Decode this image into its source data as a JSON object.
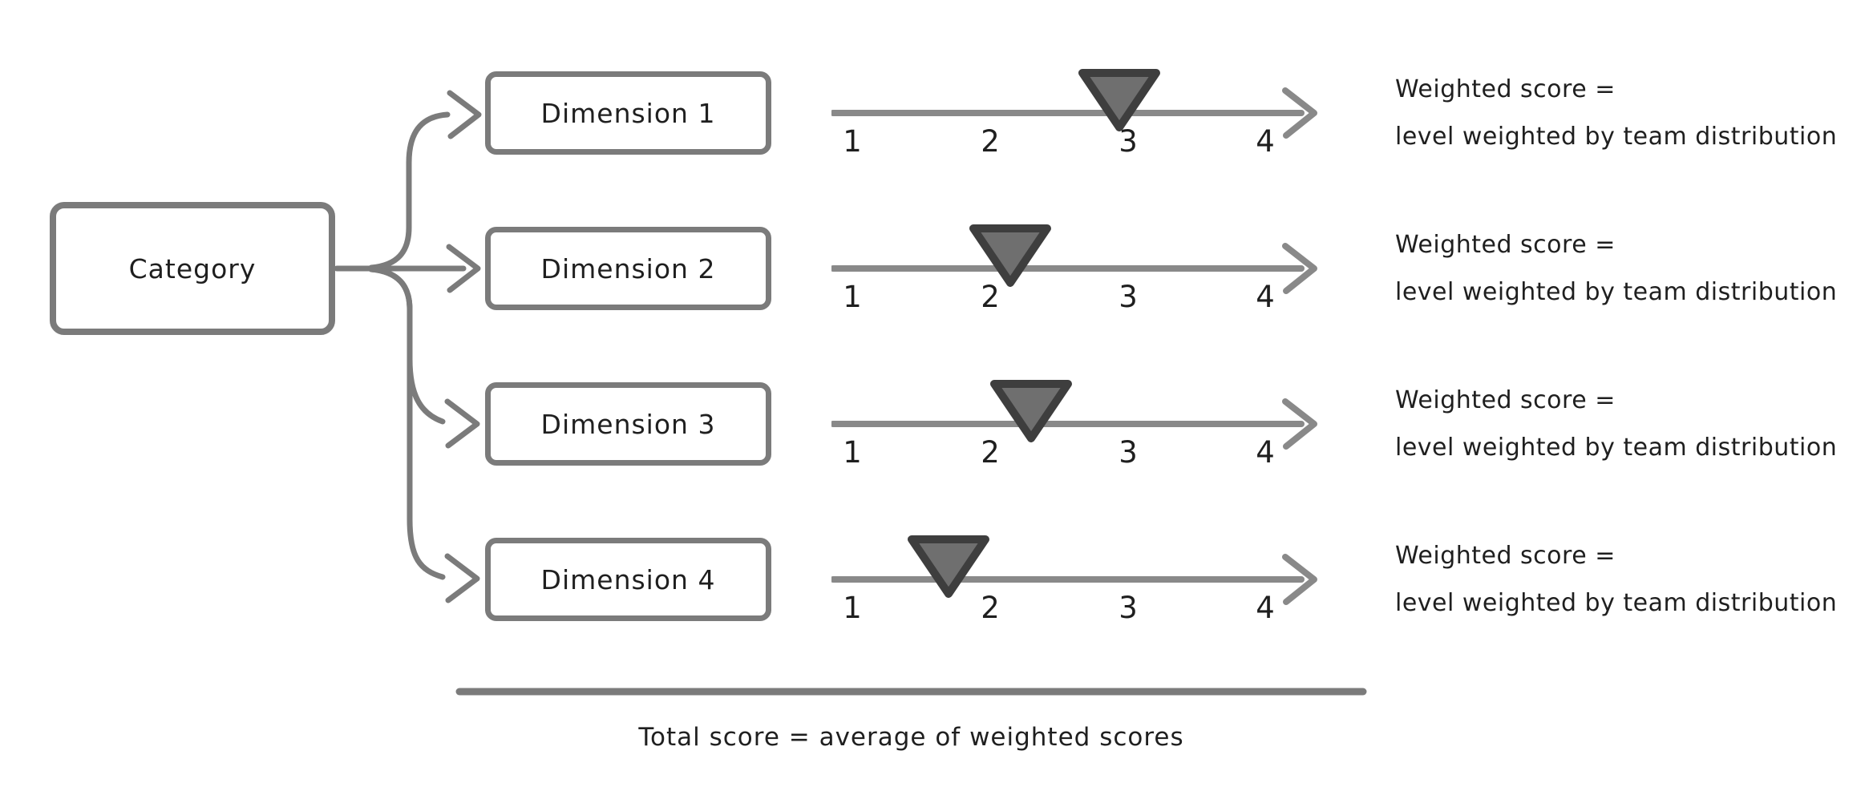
{
  "diagram": {
    "category_label": "Category",
    "rows": [
      {
        "label": "Dimension 1",
        "marker_value": 2.94,
        "note_line1": "Weighted score =",
        "note_line2": "level weighted by team distribution"
      },
      {
        "label": "Dimension 2",
        "marker_value": 2.15,
        "note_line1": "Weighted score =",
        "note_line2": "level weighted by team distribution"
      },
      {
        "label": "Dimension 3",
        "marker_value": 2.3,
        "note_line1": "Weighted score =",
        "note_line2": "level weighted by team distribution"
      },
      {
        "label": "Dimension 4",
        "marker_value": 1.7,
        "note_line1": "Weighted score =",
        "note_line2": "level weighted by team distribution"
      }
    ],
    "scale_ticks": [
      "1",
      "2",
      "3",
      "4"
    ],
    "scale_min": 1,
    "scale_max": 4,
    "footer": {
      "total_label": "Total score = average of weighted scores"
    },
    "colors": {
      "stroke_gray": "#7b7b7b",
      "scale_line_gray": "#898989",
      "marker_fill": "#6f6f6f",
      "marker_stroke": "#3e3e3e",
      "text": "#1f1f1f"
    }
  }
}
